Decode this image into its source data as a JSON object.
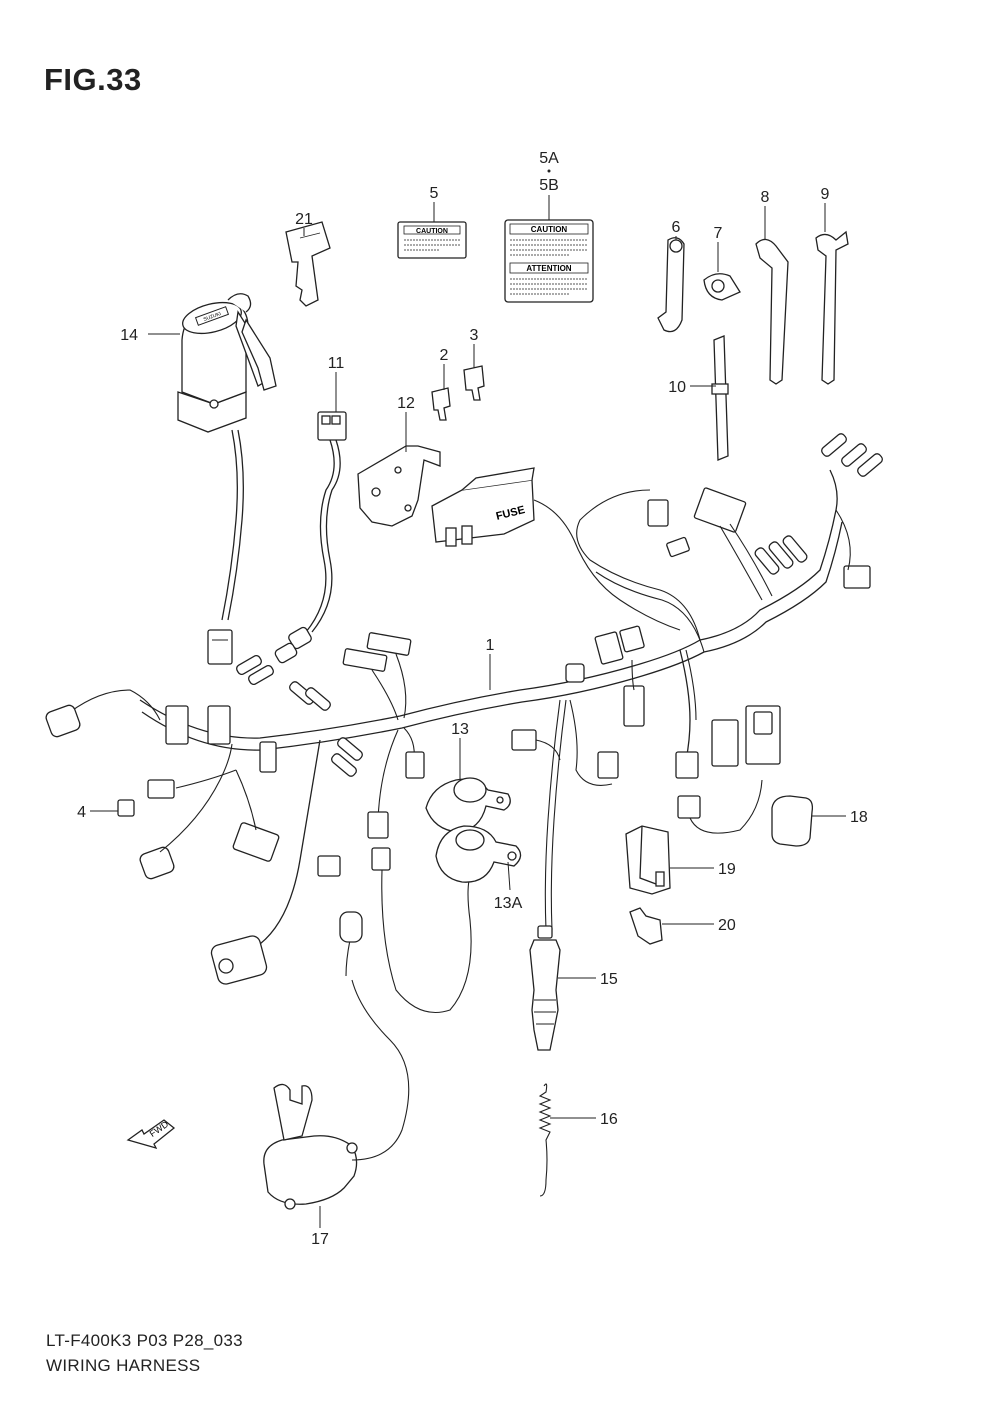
{
  "figure_title": "FIG.33",
  "footer": {
    "model_code": "LT-F400K3 P03 P28_033",
    "section_name": "WIRING HARNESS"
  },
  "labels": {
    "wiring_harness": "1",
    "fuse_a": "2",
    "fuse_b": "3",
    "coupler_cap": "4",
    "caution_label": "5",
    "caution_label_a": "5A",
    "caution_label_b": "5B",
    "clamp_a": "6",
    "clamp_b": "7",
    "clamp_c": "8",
    "clamp_d": "9",
    "cable_tie": "10",
    "fuse_holder": "11",
    "bracket": "12",
    "switch_13": "13",
    "switch_13a": "13A",
    "ignition_switch": "14",
    "switch_15": "15",
    "spring": "16",
    "switch_17": "17",
    "relay": "18",
    "relay_cover": "19",
    "relay_bracket": "20",
    "key": "21"
  },
  "decals": {
    "caution_text": "CAUTION",
    "attention_text": "ATTENTION",
    "fuse_box_text": "FUSE",
    "fwd_text": "FWD",
    "ignition_brand": "SUZUKI"
  }
}
